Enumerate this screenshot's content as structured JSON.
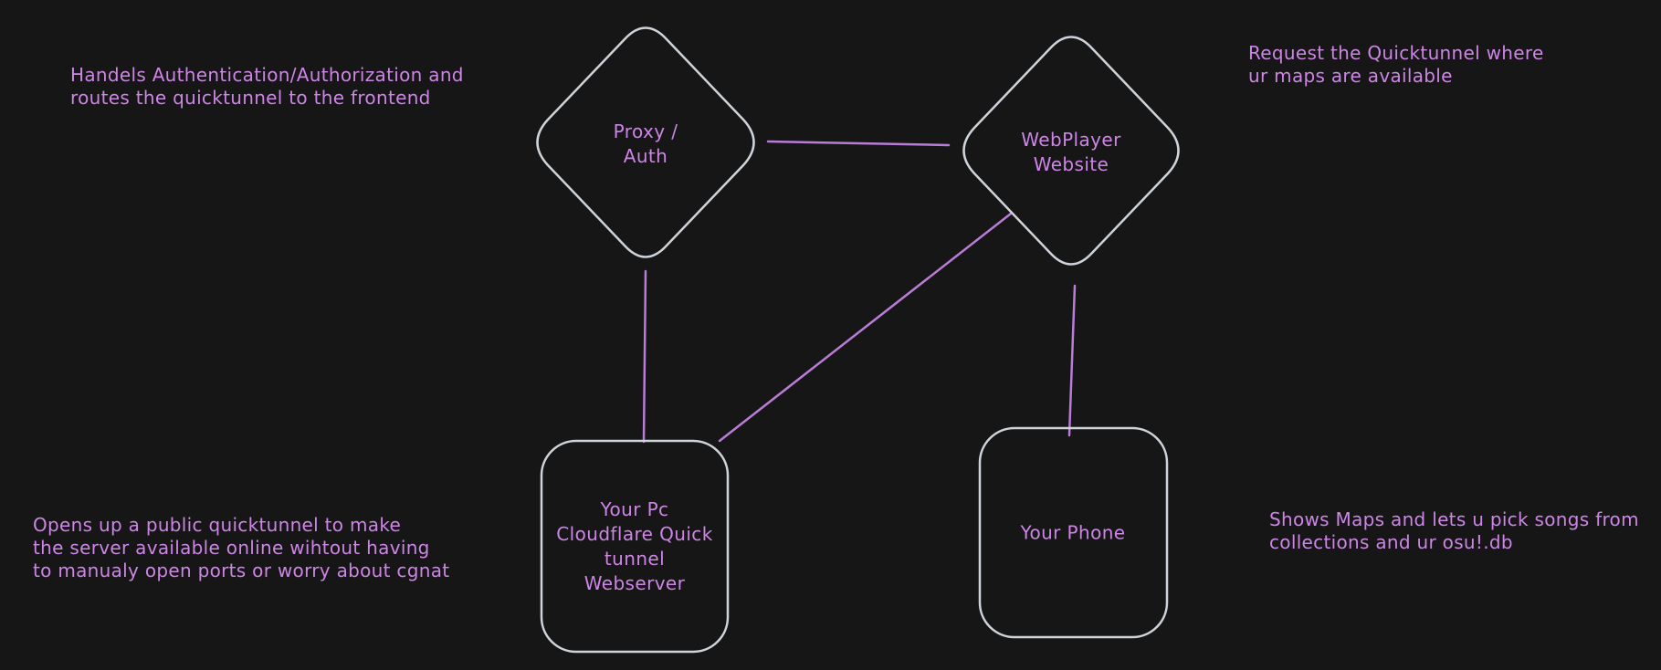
{
  "diagram": {
    "background_color": "#161616",
    "node_stroke_color": "#ced4da",
    "text_color": "#cd85e6",
    "connector_color": "#b97dd7",
    "nodes": [
      {
        "id": "proxy-auth",
        "shape": "diamond",
        "label": "Proxy /\nAuth"
      },
      {
        "id": "webplayer-website",
        "shape": "diamond",
        "label": "WebPlayer\nWebsite"
      },
      {
        "id": "your-pc",
        "shape": "rounded-rectangle",
        "label": "Your Pc\nCloudflare Quick\ntunnel\nWebserver"
      },
      {
        "id": "your-phone",
        "shape": "rounded-rectangle",
        "label": "Your Phone"
      }
    ],
    "connectors": [
      {
        "from": "proxy-auth",
        "to": "webplayer-website"
      },
      {
        "from": "proxy-auth",
        "to": "your-pc"
      },
      {
        "from": "webplayer-website",
        "to": "your-pc"
      },
      {
        "from": "webplayer-website",
        "to": "your-phone"
      }
    ],
    "annotations": [
      {
        "id": "proxy-note",
        "text": "Handels Authentication/Authorization and\nroutes the quicktunnel to the frontend"
      },
      {
        "id": "webplayer-note",
        "text": "Request the Quicktunnel where\nur maps are available"
      },
      {
        "id": "your-pc-note",
        "text": "Opens up a public quicktunnel to make\nthe server available online wihtout having\nto manualy open ports or worry about cgnat"
      },
      {
        "id": "your-phone-note",
        "text": "Shows Maps and lets u pick songs from\ncollections and ur osu!.db"
      }
    ]
  }
}
